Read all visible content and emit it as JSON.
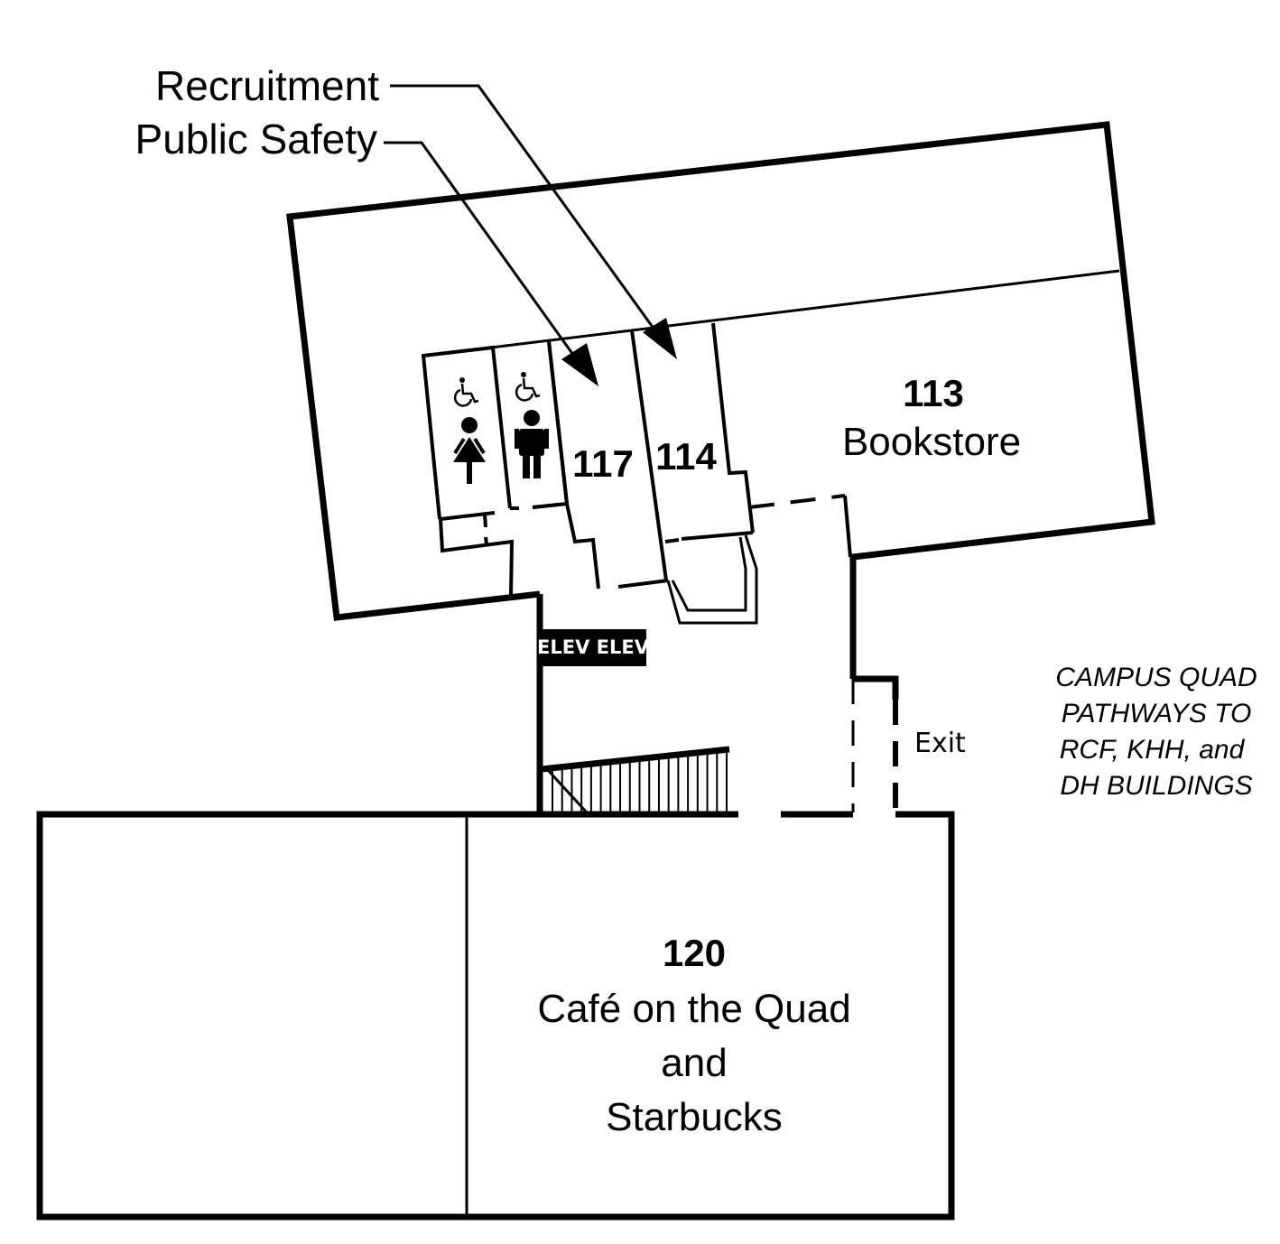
{
  "map": {
    "callouts": [
      {
        "label": "Recruitment",
        "points_to_room": "114"
      },
      {
        "label": "Public Safety",
        "points_to_room": "117"
      }
    ],
    "rooms": [
      {
        "number": "113",
        "name": "Bookstore"
      },
      {
        "number": "117",
        "name": ""
      },
      {
        "number": "114",
        "name": ""
      },
      {
        "number": "120",
        "name_lines": [
          "Café on the Quad",
          "and",
          "Starbucks"
        ]
      }
    ],
    "restrooms": [
      {
        "type": "women",
        "accessible": true
      },
      {
        "type": "men",
        "accessible": true
      }
    ],
    "elevator_label": "ELEV ELEV",
    "exit_label": "Exit",
    "note_lines": [
      "CAMPUS QUAD",
      "PATHWAYS TO",
      "RCF, KHH, and",
      "DH BUILDINGS"
    ],
    "colors": {
      "line": "#000000",
      "background": "#ffffff"
    }
  }
}
